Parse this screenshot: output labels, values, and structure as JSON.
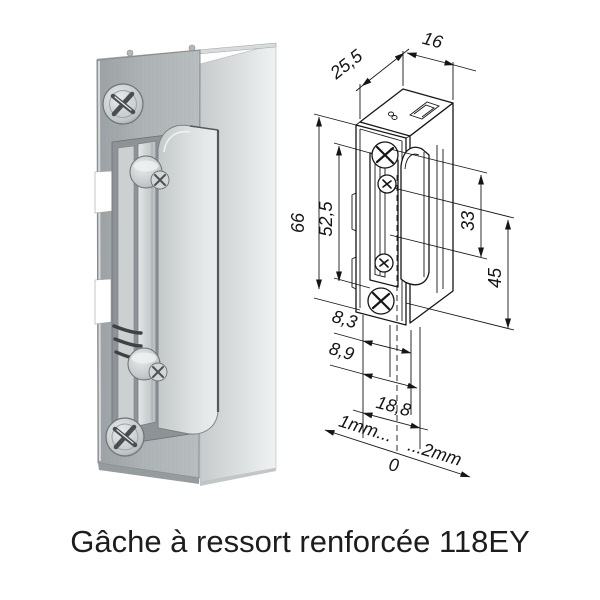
{
  "caption": {
    "text": "Gâche à ressort renforcée 118EY"
  },
  "drawing": {
    "labels": {
      "depth": "25,5",
      "width": "16",
      "total_height": "66",
      "body_height": "52,5",
      "keeper_height": "33",
      "lip_height": "45",
      "offset_top": "8,3",
      "offset_bottom": "8,9",
      "plate_width": "18,8",
      "adjust_min": "1mm...",
      "adjust_max": "...2mm",
      "adjust_zero": "0"
    }
  },
  "colors": {
    "background": "#ffffff",
    "drawing_line": "#161616",
    "caption_text": "#1d1d1d",
    "metal_plate": "#aab0b2",
    "body_gray": "#d6dadb",
    "bright_metal": "#e2e5e6"
  }
}
